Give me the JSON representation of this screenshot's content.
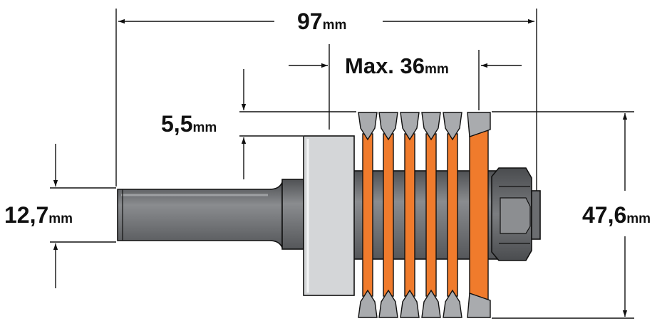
{
  "dimensions": {
    "overall_length": {
      "value": "97",
      "unit": "mm"
    },
    "max_cut": {
      "prefix": "Max. ",
      "value": "36",
      "unit": "mm"
    },
    "cutter_thickness": {
      "value": "5,5",
      "unit": "mm"
    },
    "shank_diameter": {
      "value": "12,7",
      "unit": "mm"
    },
    "cutter_diameter": {
      "value": "47,6",
      "unit": "mm"
    }
  },
  "colors": {
    "shank": "#6b6d70",
    "shank_highlight": "#8a8c8f",
    "bearing": "#d4d6d8",
    "cutter_body": "#f07b2c",
    "carbide_tip": "#a9abae",
    "nut": "#5f6164",
    "line": "#111111"
  },
  "icons": [
    "router-bit-drawing",
    "dimension-arrow"
  ]
}
